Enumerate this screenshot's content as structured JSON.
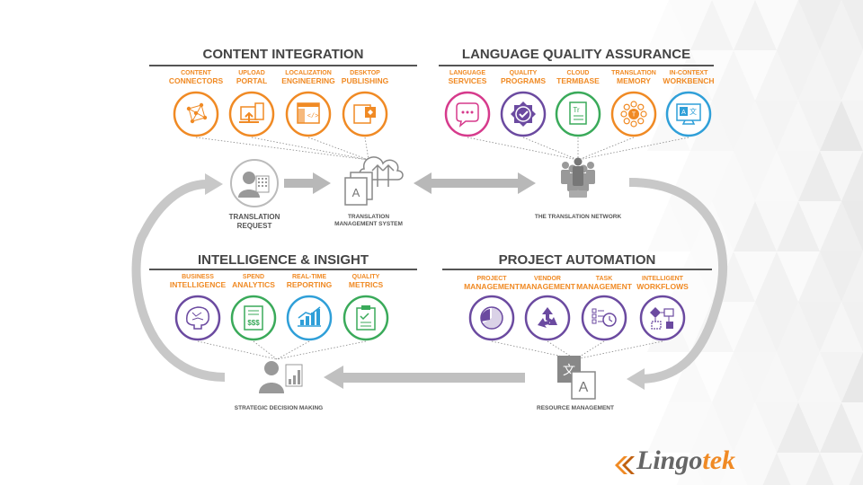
{
  "colors": {
    "orange": "#f08a24",
    "pink": "#d63a8c",
    "purple": "#6b4aa0",
    "green": "#3aaa5a",
    "blue": "#2f9fd8",
    "gray_arrow": "#c0c0c0",
    "text_dark": "#444444"
  },
  "sections": {
    "content_integration": {
      "title": "CONTENT INTEGRATION",
      "items": [
        {
          "l1": "CONTENT",
          "l2": "CONNECTORS",
          "icon": "network-nodes-icon",
          "color": "#f08a24"
        },
        {
          "l1": "UPLOAD",
          "l2": "PORTAL",
          "icon": "upload-devices-icon",
          "color": "#f08a24"
        },
        {
          "l1": "LOCALIZATION",
          "l2": "ENGINEERING",
          "icon": "code-window-icon",
          "color": "#f08a24"
        },
        {
          "l1": "DESKTOP",
          "l2": "PUBLISHING",
          "icon": "desktop-publishing-icon",
          "color": "#f08a24"
        }
      ]
    },
    "language_quality": {
      "title": "LANGUAGE QUALITY ASSURANCE",
      "items": [
        {
          "l1": "LANGUAGE",
          "l2": "SERVICES",
          "icon": "chat-bubble-icon",
          "color": "#d63a8c"
        },
        {
          "l1": "QUALITY",
          "l2": "PROGRAMS",
          "icon": "quality-badge-icon",
          "color": "#6b4aa0"
        },
        {
          "l1": "CLOUD",
          "l2": "TERMBASE",
          "icon": "termbase-document-icon",
          "color": "#3aaa5a"
        },
        {
          "l1": "TRANSLATION",
          "l2": "MEMORY",
          "icon": "translation-memory-icon",
          "color": "#f08a24"
        },
        {
          "l1": "IN-CONTEXT",
          "l2": "WORKBENCH",
          "icon": "workbench-monitor-icon",
          "color": "#2f9fd8"
        }
      ]
    },
    "intelligence": {
      "title": "INTELLIGENCE & INSIGHT",
      "items": [
        {
          "l1": "BUSINESS",
          "l2": "INTELLIGENCE",
          "icon": "brain-circuit-icon",
          "color": "#6b4aa0"
        },
        {
          "l1": "SPEND",
          "l2": "ANALYTICS",
          "icon": "spend-sheet-icon",
          "color": "#3aaa5a"
        },
        {
          "l1": "REAL-TIME",
          "l2": "REPORTING",
          "icon": "bar-chart-icon",
          "color": "#2f9fd8"
        },
        {
          "l1": "QUALITY",
          "l2": "METRICS",
          "icon": "checklist-clipboard-icon",
          "color": "#3aaa5a"
        }
      ]
    },
    "project_automation": {
      "title": "PROJECT AUTOMATION",
      "items": [
        {
          "l1": "PROJECT",
          "l2": "MANAGEMENT",
          "icon": "pie-progress-icon",
          "color": "#6b4aa0"
        },
        {
          "l1": "VENDOR",
          "l2": "MANAGEMENT",
          "icon": "cycle-arrows-icon",
          "color": "#6b4aa0"
        },
        {
          "l1": "TASK",
          "l2": "MANAGEMENT",
          "icon": "task-clock-icon",
          "color": "#6b4aa0"
        },
        {
          "l1": "INTELLIGENT",
          "l2": "WORKFLOWS",
          "icon": "workflow-diagram-icon",
          "color": "#6b4aa0"
        }
      ]
    }
  },
  "nodes": {
    "translation_request": {
      "line1": "TRANSLATION",
      "line2": "REQUEST"
    },
    "tms": {
      "line1": "TRANSLATION",
      "line2": "MANAGEMENT SYSTEM"
    },
    "network": {
      "line1": "THE TRANSLATION NETWORK"
    },
    "strategic": {
      "line1": "STRATEGIC DECISION MAKING"
    },
    "resource": {
      "line1": "RESOURCE MANAGEMENT"
    }
  },
  "logo": {
    "text_main": "Lingo",
    "text_accent": "tek"
  }
}
